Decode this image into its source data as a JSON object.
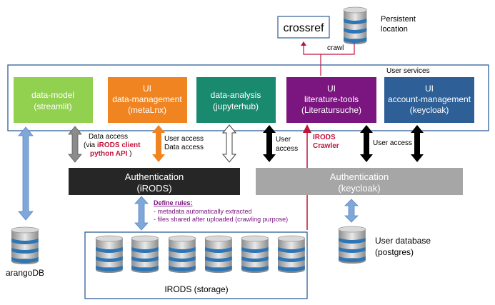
{
  "crossref": {
    "label": "crossref"
  },
  "persistent": {
    "line1": "Persistent",
    "line2": "location"
  },
  "crawl_label": "crawl",
  "user_services_label": "User services",
  "services": [
    {
      "line1": "data-model",
      "line2": "(streamlit)",
      "color": "#92d050"
    },
    {
      "line0": "UI",
      "line1": "data-management",
      "line2": "(metaLnx)",
      "color": "#f08420"
    },
    {
      "line1": "data-analysis",
      "line2": "(jupyterhub)",
      "color": "#1a8a6e"
    },
    {
      "line0": "UI",
      "line1": "literature-tools",
      "line2": "(Literatursuche)",
      "color": "#7b1580"
    },
    {
      "line0": "UI",
      "line1": "account-management",
      "line2": "(keycloak)",
      "color": "#2e5f97"
    }
  ],
  "data_access": {
    "line1": "Data access",
    "line2_prefix": "(via ",
    "line2_red": "iRODS client",
    "line3_red": "python API",
    "line3_suffix": " )"
  },
  "user_data_access": {
    "line1": "User access",
    "line2": "Data access"
  },
  "user_access_left": {
    "line1": "User",
    "line2": "access"
  },
  "irods_crawler": {
    "line1": "IRODS",
    "line2": "Crawler"
  },
  "user_access_right": "User access",
  "auth_irods": {
    "line1": "Authentication",
    "line2": "(iRODS)",
    "color": "#262626"
  },
  "auth_keycloak": {
    "line1": "Authentication",
    "line2": "(keycloak)",
    "color": "#a6a6a6"
  },
  "define_rules": {
    "title": "Define rules:",
    "items": [
      "- metadata automatically extracted",
      "- files shared after uploaded (crawling purpose)"
    ]
  },
  "storage_label": "IRODS (storage)",
  "arangodb_label": "arangoDB",
  "user_db": {
    "line1": "User database",
    "line2": "(postgres)"
  },
  "colors": {
    "frame": "#2e5f97",
    "crawler": "#c0143c",
    "define_rules": "#7b1580",
    "db_blue": "#2e75b6",
    "arrow_blue": "#7fa7d9"
  }
}
